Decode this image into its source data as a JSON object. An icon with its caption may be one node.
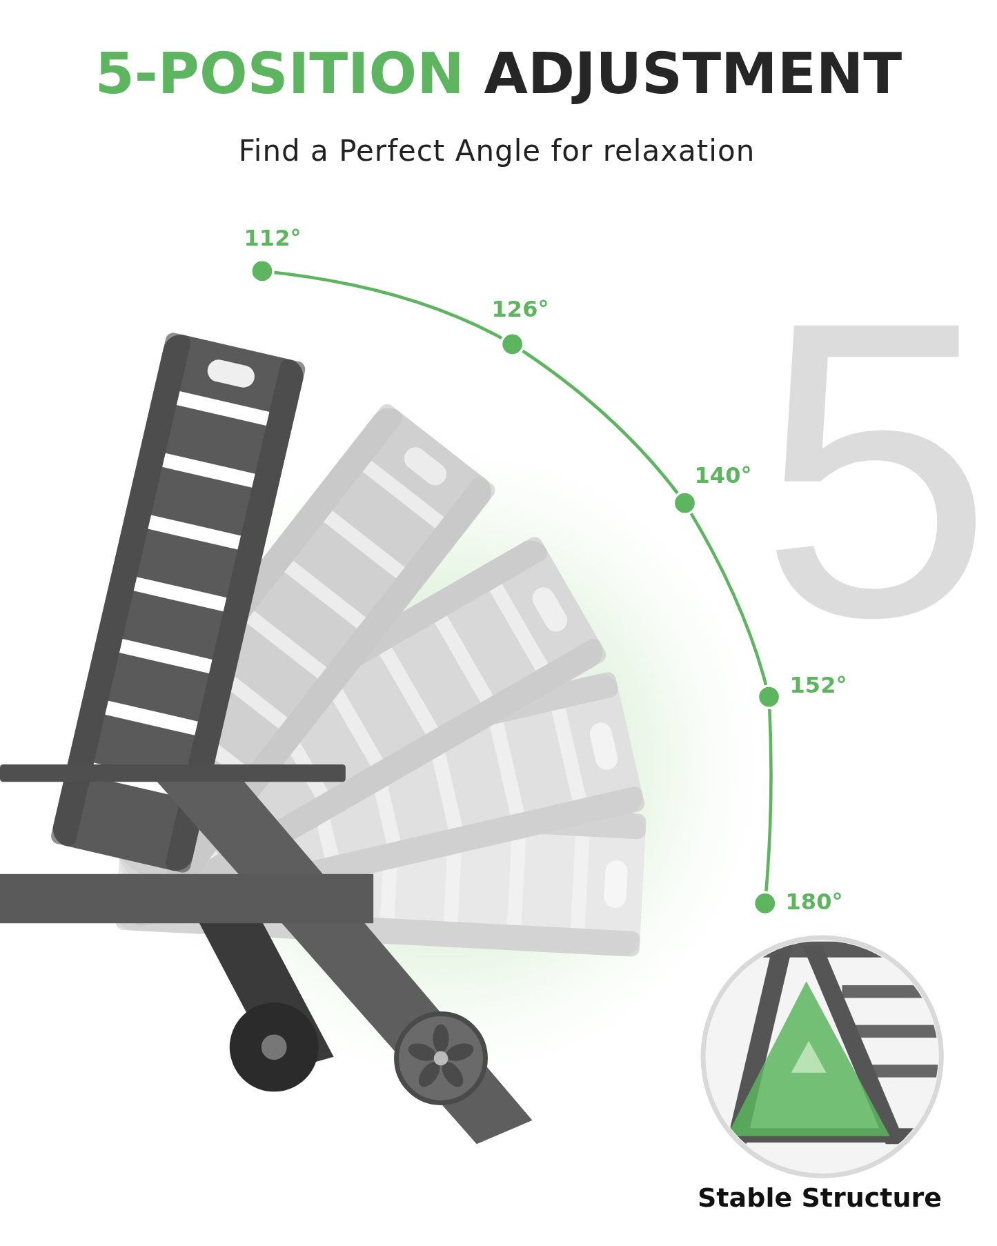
{
  "diagram": {
    "title": "5-POSITION ADJUSTMENT",
    "labels": [
      "Find a Perfect Angle for relaxation",
      "5",
      "112°",
      "126°",
      "140°",
      "152°",
      "180°",
      "Stable Structure"
    ]
  }
}
